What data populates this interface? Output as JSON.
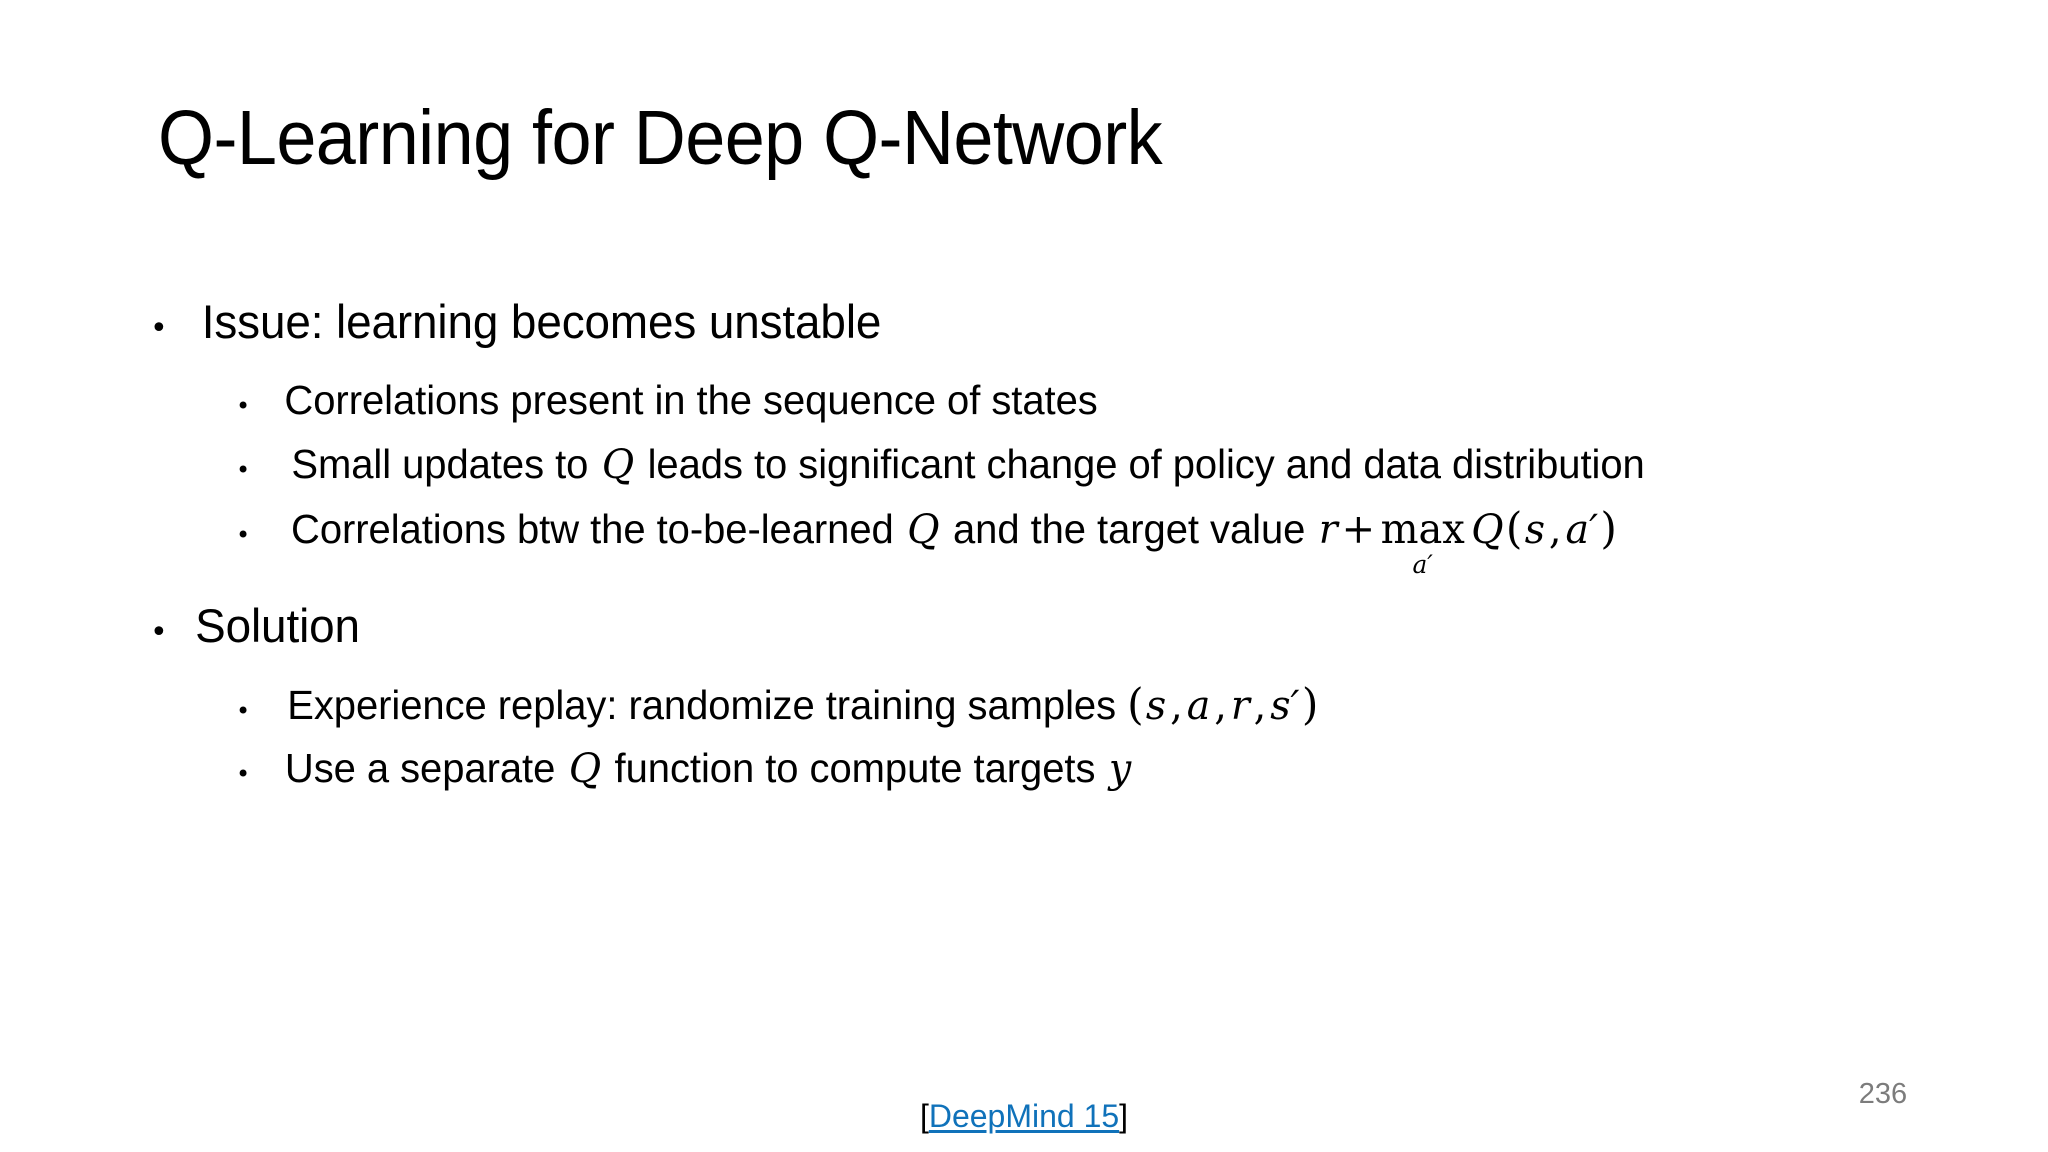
{
  "slide": {
    "title": "Q-Learning for Deep Q-Network",
    "page_number": "236",
    "background_color": "#FFFFFF",
    "text_color": "#000000",
    "hyperlink_color": "#1072BA",
    "page_number_color": "#7C7C7C",
    "bullet_glyph": "•"
  },
  "content": {
    "groups": [
      {
        "heading": "Issue: learning becomes unstable",
        "items": [
          {
            "parts": [
              {
                "type": "text",
                "value": "Correlations present in the sequence of states"
              }
            ]
          },
          {
            "parts": [
              {
                "type": "text",
                "value": "Small updates to "
              },
              {
                "type": "math",
                "value": "Q"
              },
              {
                "type": "text",
                "value": " leads to significant change of policy and data distribution"
              }
            ]
          },
          {
            "parts": [
              {
                "type": "text",
                "value": "Correlations btw the to-be-learned "
              },
              {
                "type": "math",
                "value": "Q"
              },
              {
                "type": "text",
                "value": " and the target value "
              },
              {
                "type": "formula",
                "value": "r + max_{a'} Q(s, a')"
              }
            ]
          }
        ]
      },
      {
        "heading": "Solution",
        "items": [
          {
            "parts": [
              {
                "type": "text",
                "value": "Experience replay: randomize training samples "
              },
              {
                "type": "formula",
                "value": "(s, a, r, s')"
              }
            ]
          },
          {
            "parts": [
              {
                "type": "text",
                "value": "Use a separate "
              },
              {
                "type": "math",
                "value": "Q"
              },
              {
                "type": "text",
                "value": " function to compute targets "
              },
              {
                "type": "math",
                "value": "y"
              }
            ]
          }
        ]
      }
    ]
  },
  "footer": {
    "citation_open_bracket": "[",
    "citation_link_text": "DeepMind 15",
    "citation_close_bracket": "]"
  },
  "formula_pieces": {
    "r": "r",
    "plus": "+",
    "max_op": "max",
    "max_limit": "a′",
    "Q": "Q",
    "open_paren": "(",
    "s": "s",
    "comma": ",",
    "a_prime": "a′",
    "close_paren": ")",
    "a": "a",
    "s_prime": "s′",
    "y": "y"
  }
}
